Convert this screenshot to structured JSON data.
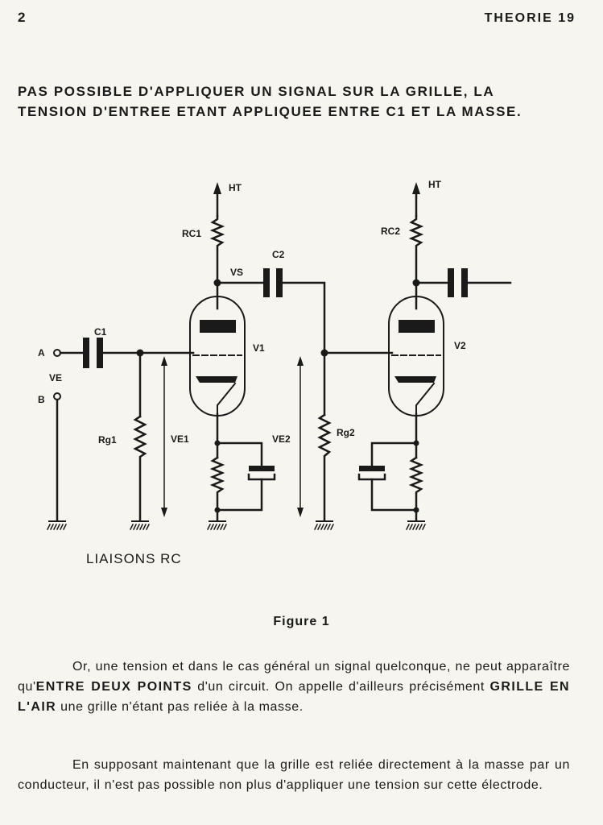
{
  "header": {
    "page_number": "2",
    "section": "THEORIE 19"
  },
  "intro": {
    "line1": "PAS POSSIBLE D'APPLIQUER UN SIGNAL SUR LA GRILLE, LA",
    "line2": "TENSION D'ENTREE ETANT APPLIQUEE ENTRE C1 ET LA MASSE."
  },
  "diagram": {
    "labels": {
      "ht1": "HT",
      "ht2": "HT",
      "rc1": "RC1",
      "rc2": "RC2",
      "vs": "VS",
      "c1": "C1",
      "c2": "C2",
      "v1": "V1",
      "v2": "V2",
      "a": "A",
      "b": "B",
      "ve": "VE",
      "rg1": "Rg1",
      "rg2": "Rg2",
      "ve1": "VE1",
      "ve2": "VE2"
    },
    "caption": "LIAISONS RC"
  },
  "figure_label": "Figure 1",
  "paragraph1": {
    "t1": "Or, une tension et dans le cas général un signal quelconque, ne peut apparaître qu'",
    "e1": "ENTRE DEUX POINTS",
    "t2": " d'un circuit. On appelle d'ailleurs précisément ",
    "e2": "GRILLE EN L'AIR",
    "t3": " une grille n'étant pas reliée à la masse."
  },
  "paragraph2": {
    "text": "En supposant maintenant que la grille est reliée directement à la masse par un conducteur, il n'est pas possible non plus d'appliquer une tension sur cette électrode."
  }
}
